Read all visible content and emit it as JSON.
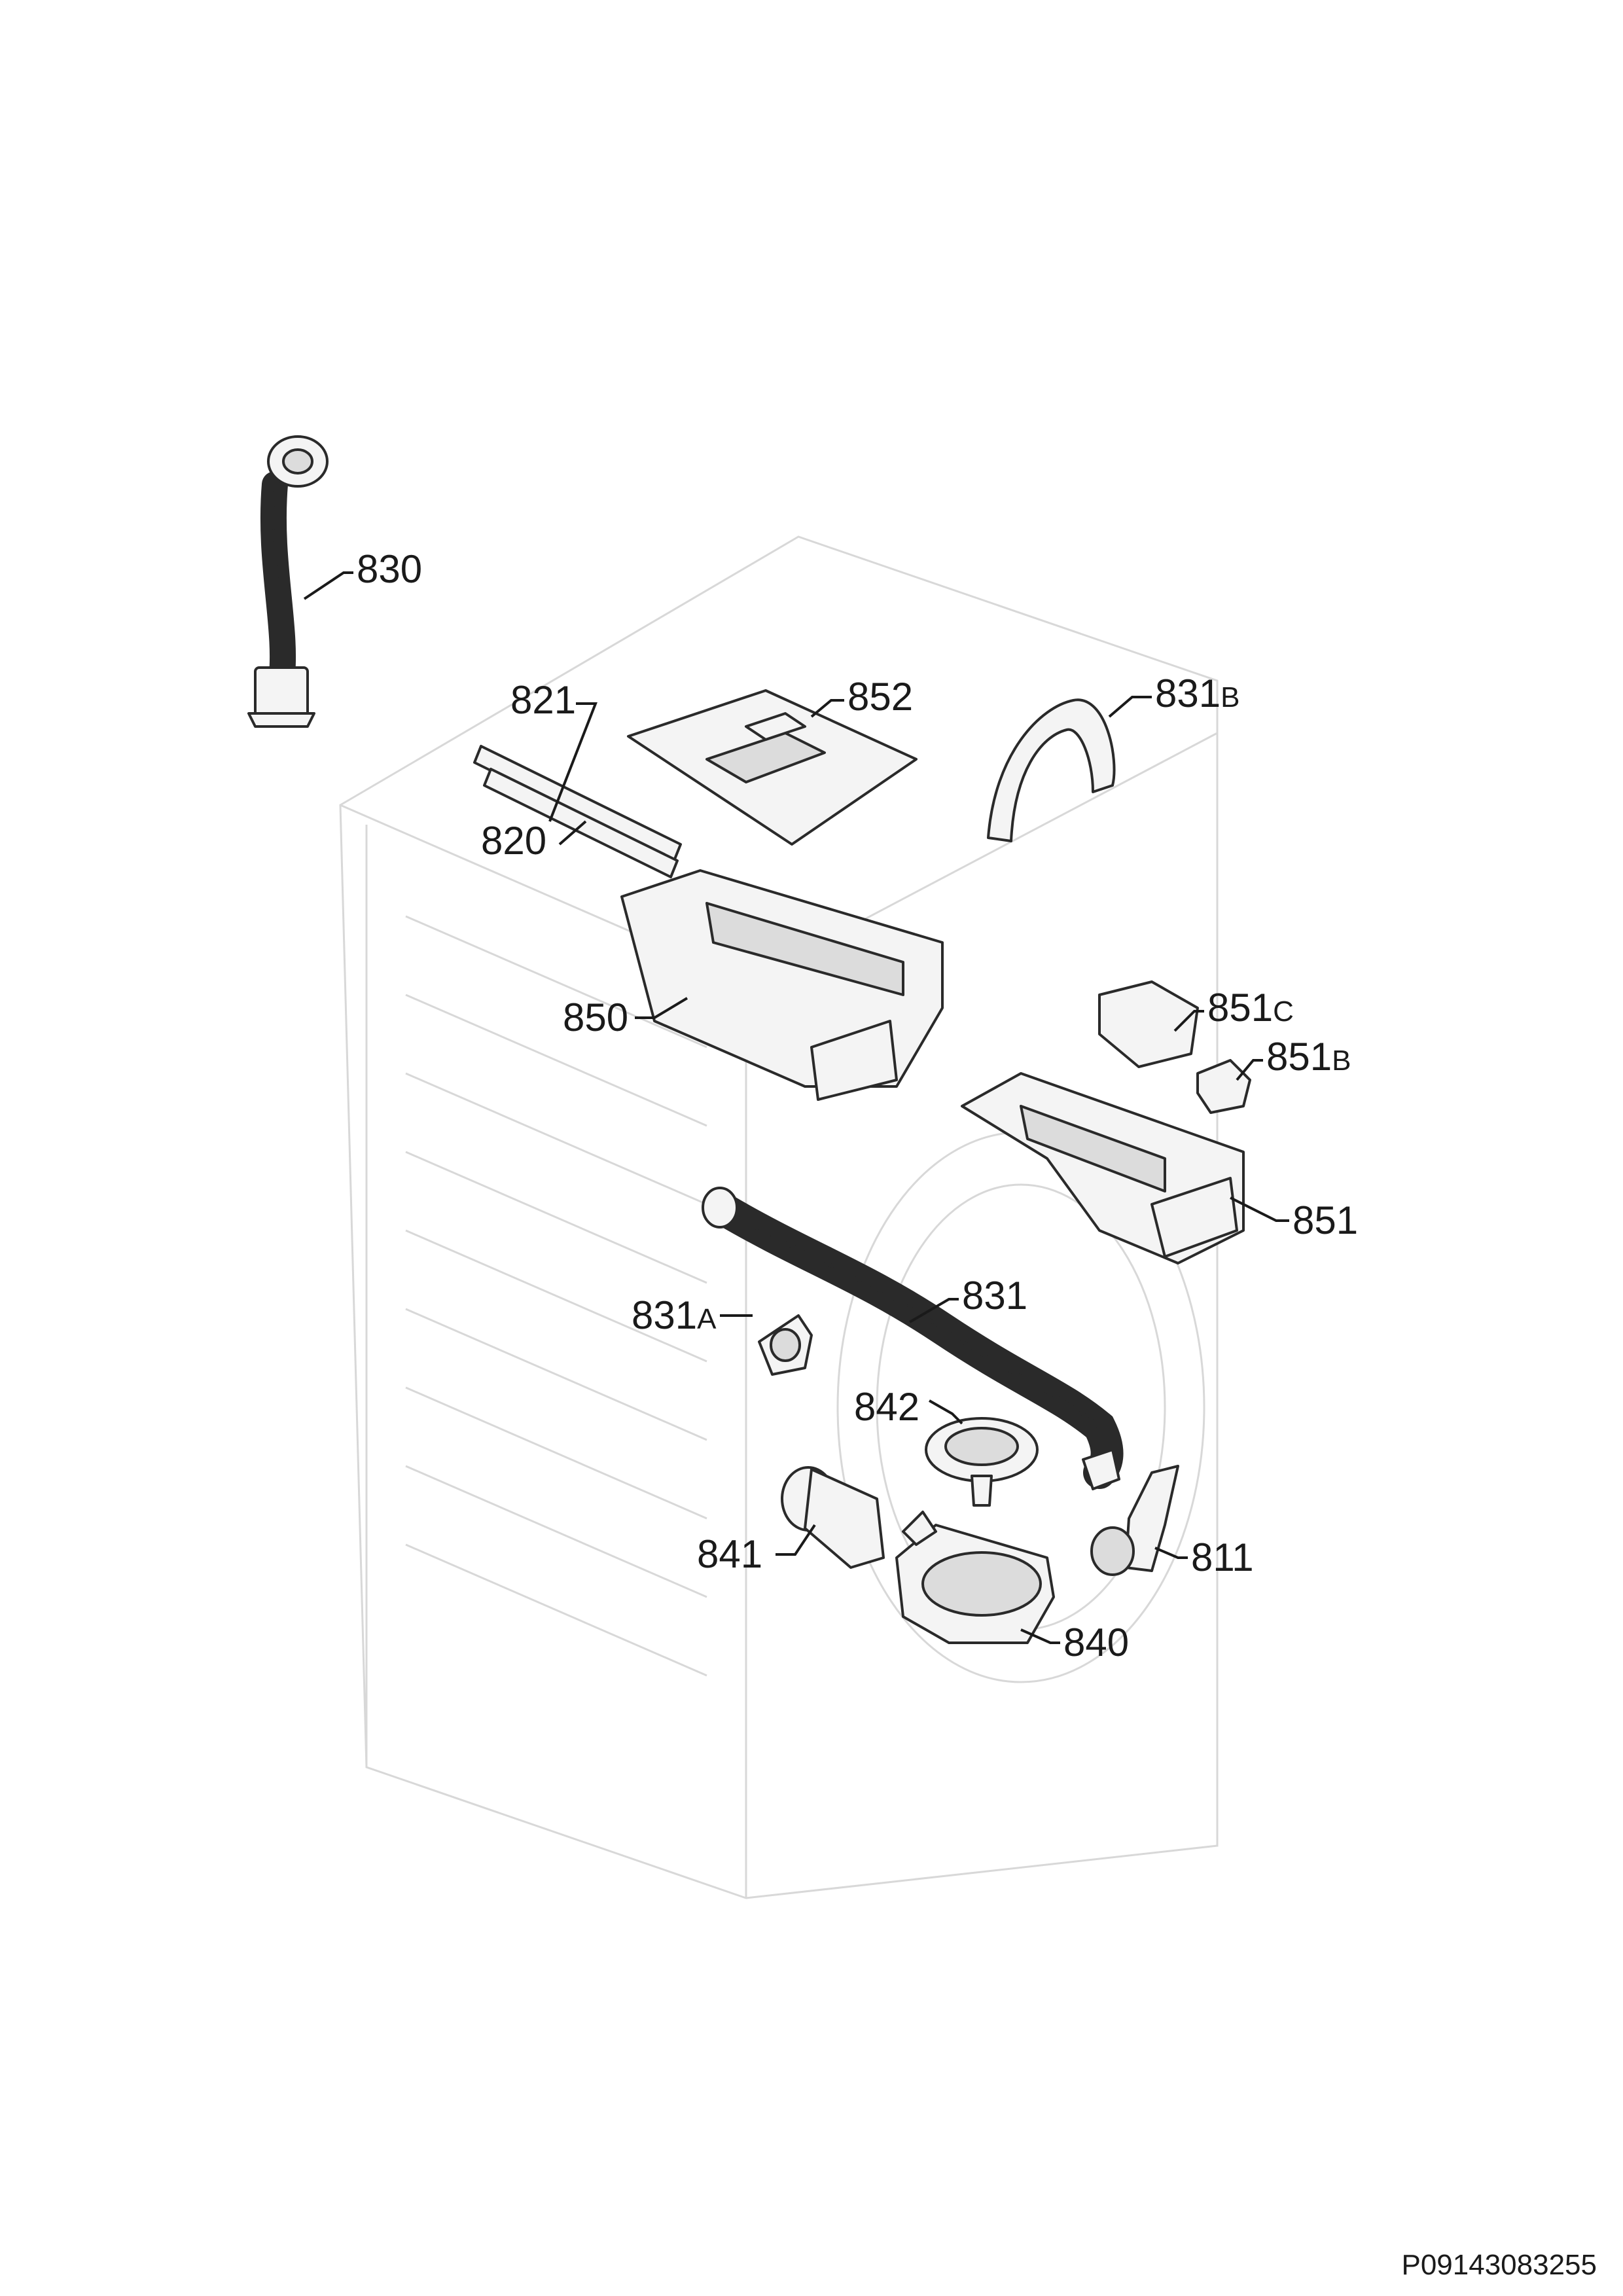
{
  "labels": {
    "l830": "830",
    "l821": "821",
    "l852": "852",
    "l831b": "831",
    "l831b_suffix": "B",
    "l820": "820",
    "l850": "850",
    "l851c": "851",
    "l851c_suffix": "C",
    "l851b": "851",
    "l851b_suffix": "B",
    "l851": "851",
    "l831": "831",
    "l831a": "831",
    "l831a_suffix": "A",
    "l842": "842",
    "l841": "841",
    "l811": "811",
    "l840": "840"
  },
  "document_id": "P09143083255",
  "colors": {
    "line": "#2a2a2a",
    "ghost": "#d8d8d8",
    "fill": "#f4f4f4"
  }
}
